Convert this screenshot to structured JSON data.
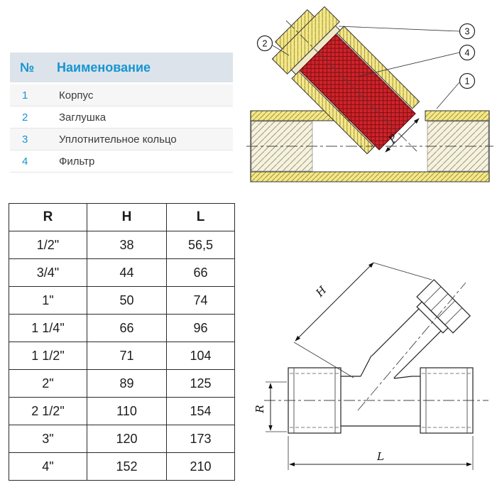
{
  "parts_table": {
    "header_num": "№",
    "header_name": "Наименование",
    "rows": [
      {
        "num": "1",
        "name": "Корпус"
      },
      {
        "num": "2",
        "name": "Заглушка"
      },
      {
        "num": "3",
        "name": "Уплотнительное кольцо"
      },
      {
        "num": "4",
        "name": "Фильтр"
      }
    ]
  },
  "dim_table": {
    "headers": [
      "R",
      "H",
      "L"
    ],
    "rows": [
      [
        "1/2\"",
        "38",
        "56,5"
      ],
      [
        "3/4\"",
        "44",
        "66"
      ],
      [
        "1\"",
        "50",
        "74"
      ],
      [
        "1 1/4\"",
        "66",
        "96"
      ],
      [
        "1 1/2\"",
        "71",
        "104"
      ],
      [
        "2\"",
        "89",
        "125"
      ],
      [
        "2 1/2\"",
        "110",
        "154"
      ],
      [
        "3\"",
        "120",
        "173"
      ],
      [
        "4\"",
        "152",
        "210"
      ]
    ]
  },
  "section_drawing": {
    "callouts": {
      "c1": "1",
      "c2": "2",
      "c3": "3",
      "c4": "4"
    },
    "p_label": "P"
  },
  "outline_drawing": {
    "h_label": "H",
    "r_label": "R",
    "l_label": "L"
  },
  "colors": {
    "accent_blue": "#1695d2",
    "header_bg": "#dce3ea",
    "body_yellow": "#f2e88c",
    "filter_red": "#d2232a"
  }
}
